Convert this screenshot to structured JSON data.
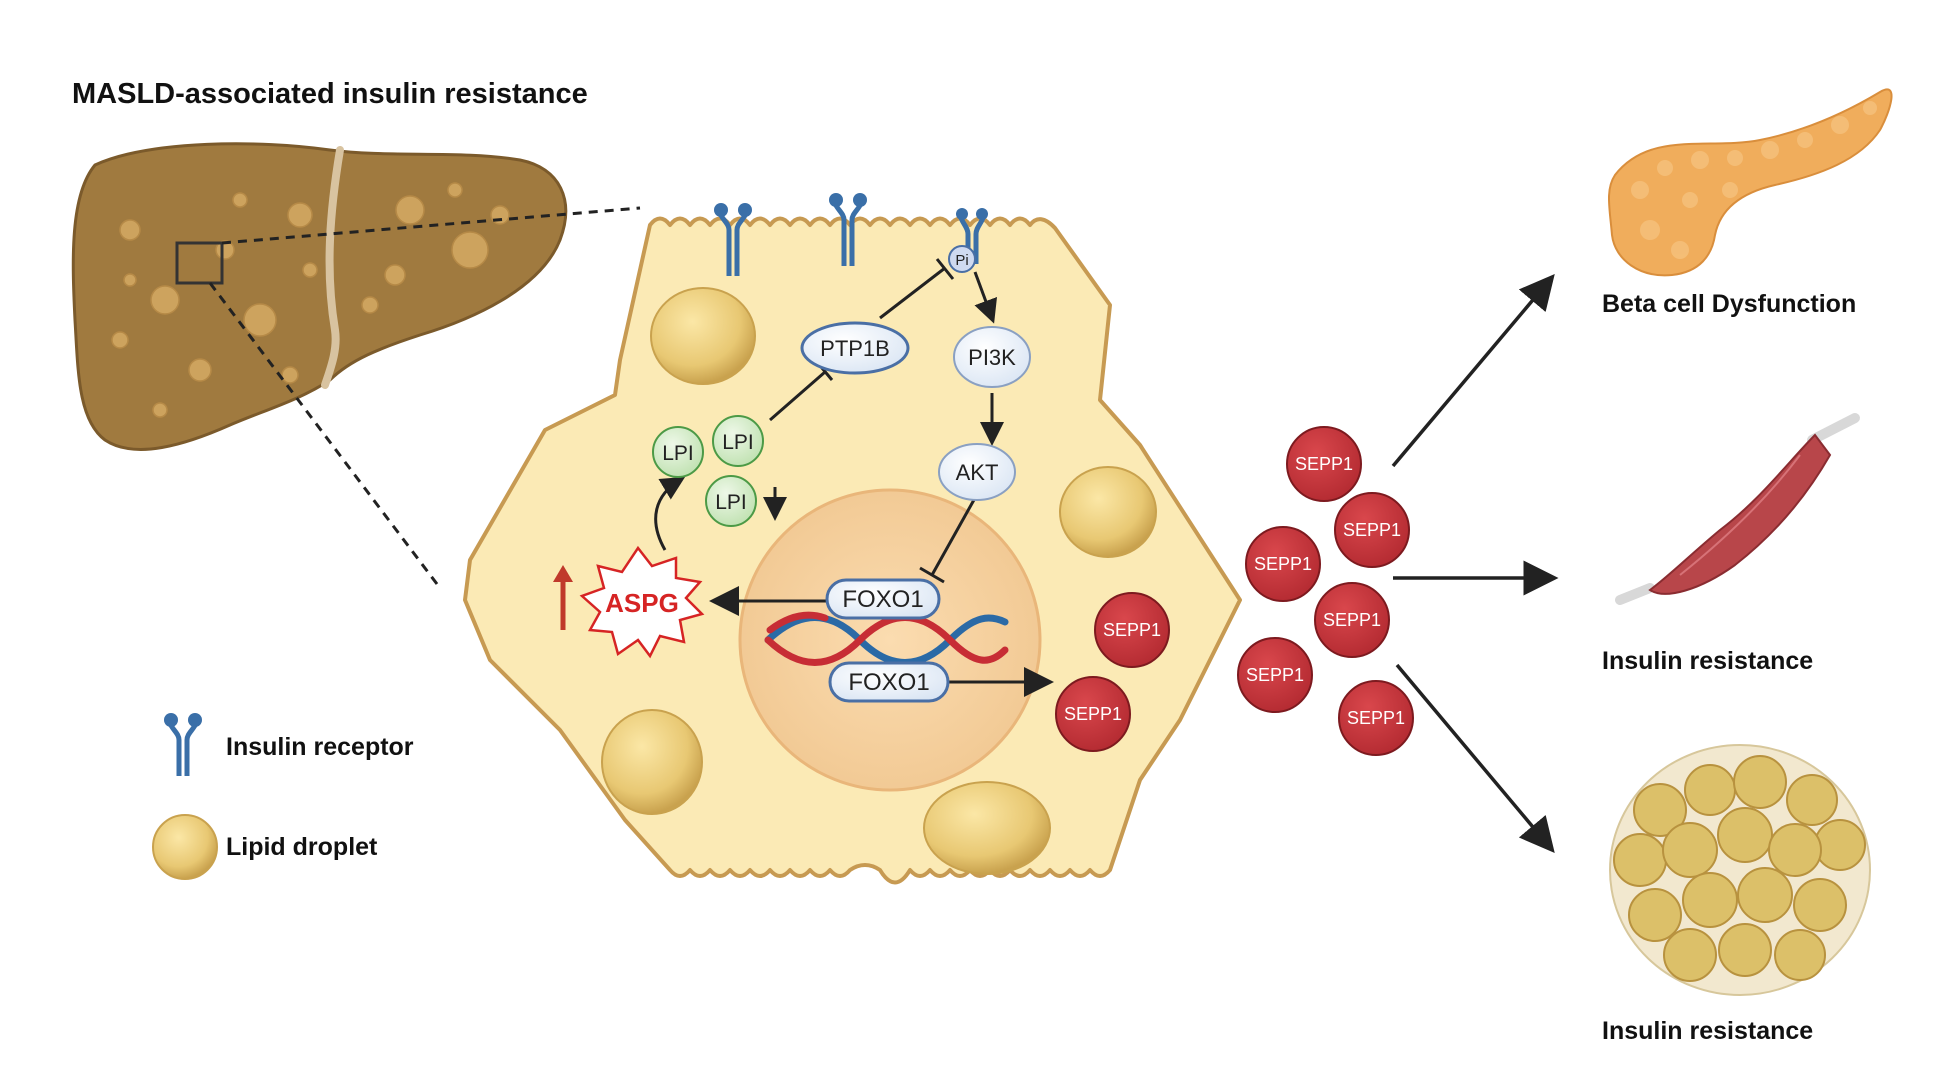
{
  "title": "MASLD-associated insulin resistance",
  "signaling": {
    "phosphate": "Pi",
    "ptp1b": "PTP1B",
    "pi3k": "PI3K",
    "akt": "AKT",
    "lpi": "LPI",
    "foxo1": "FOXO1",
    "aspg": "ASPG",
    "sepp1": "SEPP1"
  },
  "outcomes": {
    "pancreas": "Beta cell Dysfunction",
    "muscle": "Insulin resistance",
    "adipose": "Insulin resistance"
  },
  "legend": {
    "receptor": "Insulin receptor",
    "droplet": "Lipid droplet"
  },
  "colors": {
    "liver": "#a07a3f",
    "cell_fill": "#fbeab5",
    "cell_border": "#c79a52",
    "nucleus": "#f7d7a6",
    "sepp1": "#c9353b",
    "lpi": "#cfe9c4",
    "receptor_blue": "#3a6fa8",
    "aspg_red": "#d62424",
    "muscle": "#b8464a",
    "pancreas": "#f0ad5c",
    "adipose": "#dcc069"
  },
  "icons": [
    "liver-icon",
    "hepatocyte-icon",
    "insulin-receptor-icon",
    "lipid-droplet-icon",
    "dna-icon",
    "pancreas-icon",
    "muscle-icon",
    "adipose-tissue-icon"
  ]
}
